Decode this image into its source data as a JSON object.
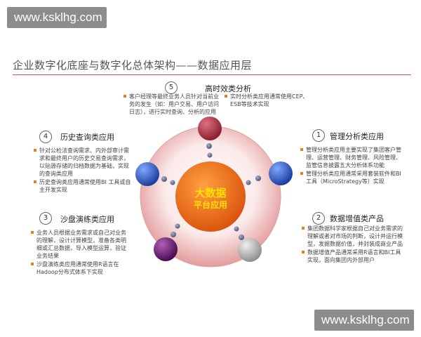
{
  "watermark_top": "www.ksklhg.com",
  "watermark_bottom": "www.ksklhg.com",
  "title": "企业数字化底座与数字化总体架构——数据应用层",
  "center": {
    "line1": "大数据",
    "line2": "平台应用"
  },
  "sections": {
    "realtime": {
      "num": "5",
      "title": "高时效类分析",
      "bullets_left": [
        "客户经理等最终业务人员针对当前业务的发生（如：用户交易、用户访问日志），进行实时查询、分析的应用"
      ],
      "bullets_right": [
        "实时分析类应用通常使用CEP、ESB等技术实现"
      ]
    },
    "history": {
      "num": "4",
      "title": "历史查询类应用",
      "bullets": [
        "针对公检法查询需求、内外部审计需求和最终用户的历史交易查询需求，以贴源存储的归档数据为基础，实现的查询类应用",
        "历史查询类应用通常使用BI 工具或自主开发实现"
      ]
    },
    "management": {
      "num": "1",
      "title": "管理分析类应用",
      "bullets": [
        "管理分析类应用主要实现了集团客户管理、运营管理、财务管理、风险管理、监管信息披露五大分析体系功能",
        "管理分析类应用通常采用套装软件和BI工具（MicroStrategy等）实现"
      ]
    },
    "sandbox": {
      "num": "3",
      "title": "沙盘演练类应用",
      "bullets": [
        "业务人员根据业务需求或自己对业务的理解，设计计算模型，准备各类明细或汇总数据，导入模型运算，验证业务结果",
        "沙盘演练类应用通常使用R语言在Hadoop分布式体系下实现"
      ]
    },
    "value_added": {
      "num": "2",
      "title": "数据增值类产品",
      "bullets": [
        "集团数据科学家根据自己对业务需求的理解或者对市场的判断，设计并运行模型，发掘数据价值，并封装成商业产品",
        "数据增值产品通常采用R语言和BI工具实现，面向集团内外部用户"
      ]
    }
  },
  "colors": {
    "red_sphere": "#a03038",
    "blue_sphere": "#2f5fc0",
    "purple_sphere": "#6a1a6e",
    "gray_sphere": "#b0b0b0",
    "center_orange": "#e8620a",
    "center_text": "#ffe000",
    "ring": "#e8a6a6"
  }
}
